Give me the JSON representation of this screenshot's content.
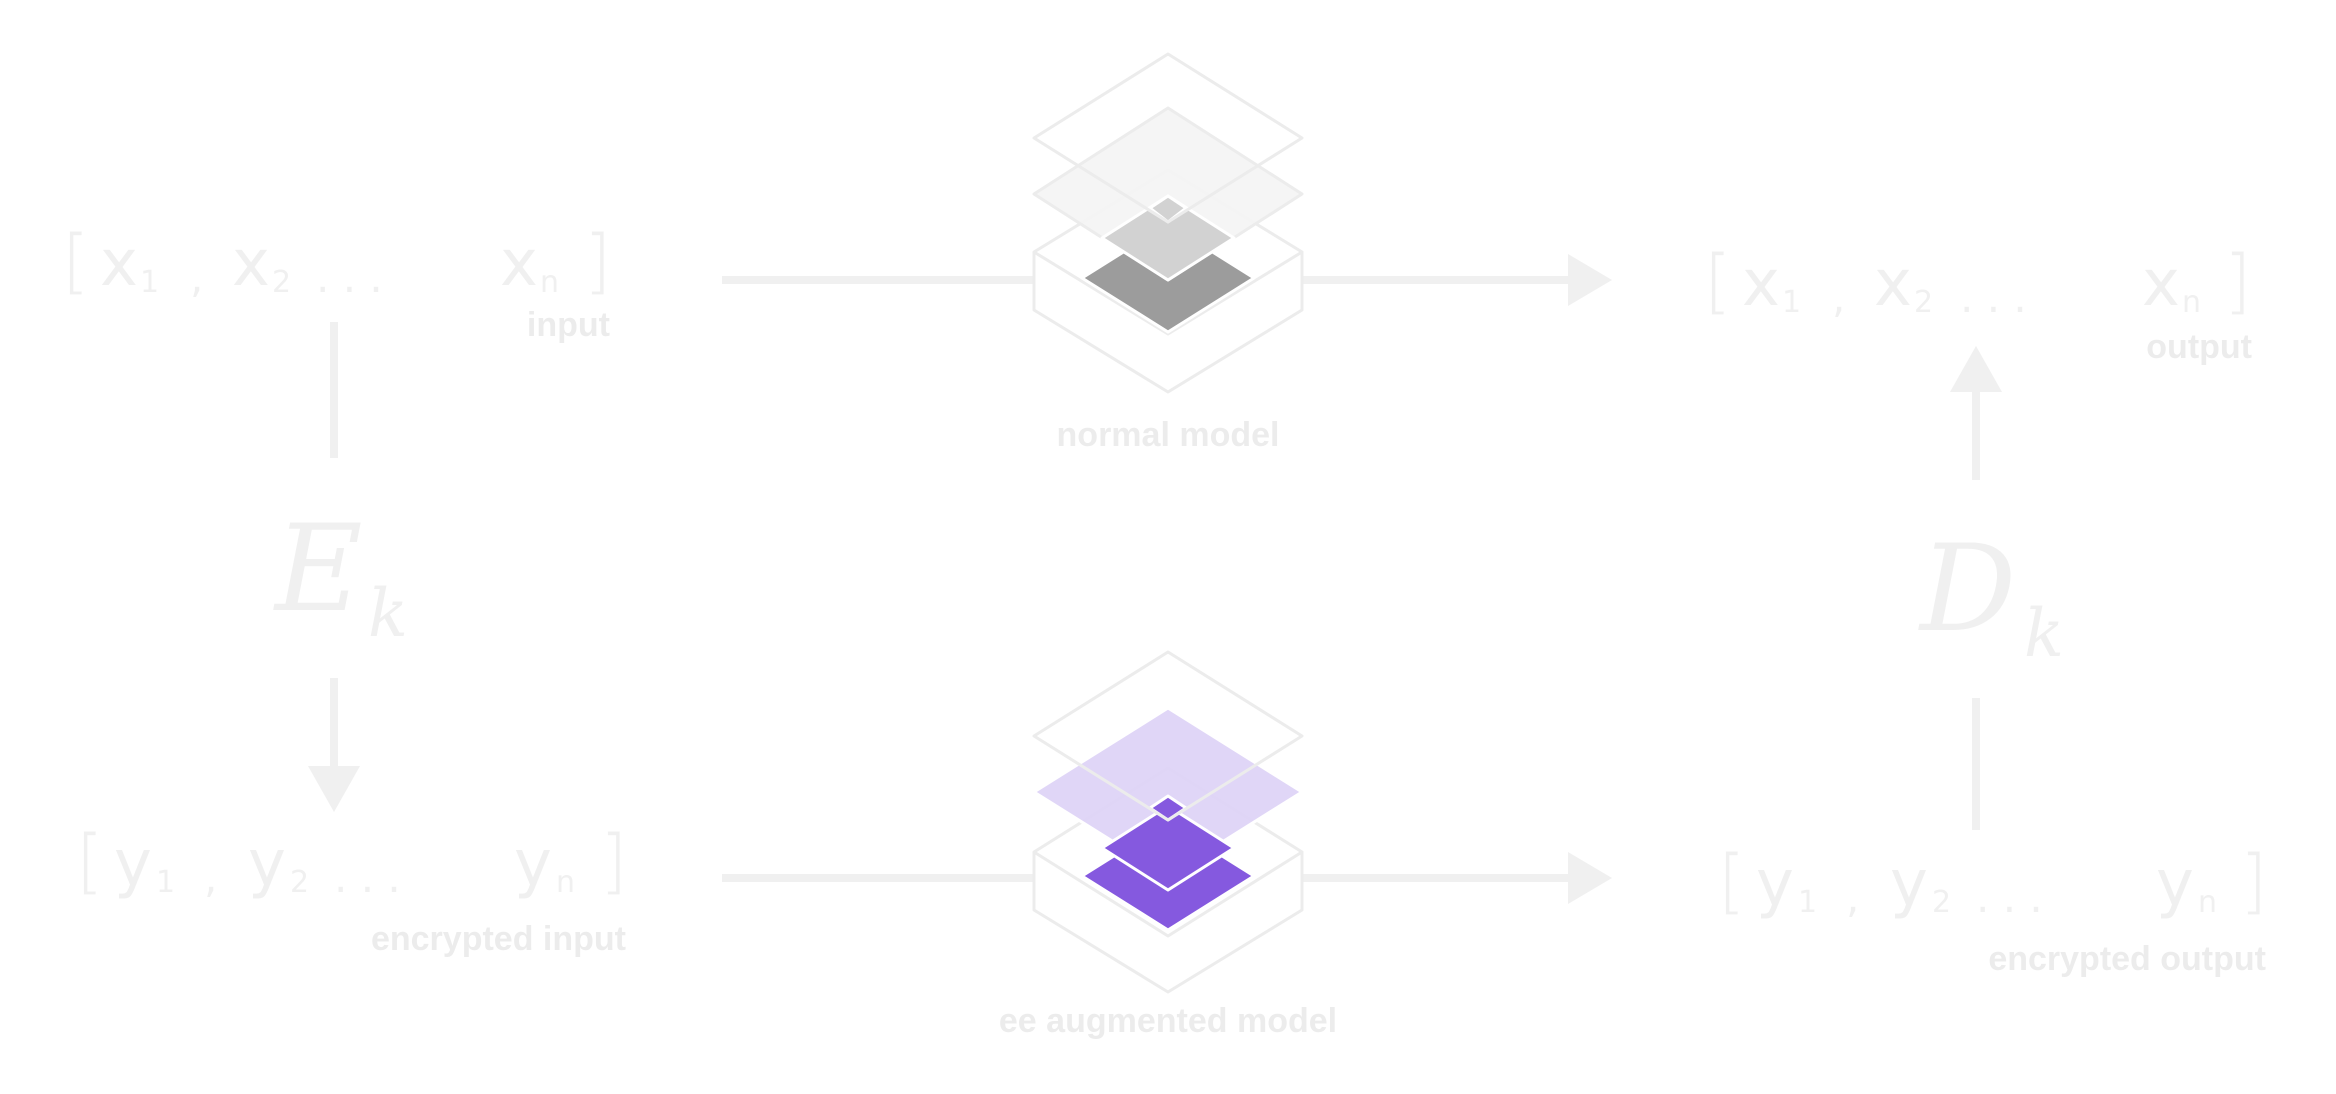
{
  "normal_model": {
    "input_vector": {
      "open_bracket": "[",
      "items": [
        "x",
        "x",
        "x"
      ],
      "subscripts": [
        "1",
        "2",
        "n"
      ],
      "separators": [
        ",",
        ". . ."
      ],
      "close_bracket": "]"
    },
    "input_label": "input",
    "model_label": "normal model",
    "output_vector": {
      "open_bracket": "[",
      "items": [
        "x",
        "x",
        "x"
      ],
      "subscripts": [
        "1",
        "2",
        "n"
      ],
      "separators": [
        ",",
        ". . ."
      ],
      "close_bracket": "]"
    },
    "output_label": "output"
  },
  "encrypted_model": {
    "input_vector": {
      "open_bracket": "[",
      "items": [
        "y",
        "y",
        "y"
      ],
      "subscripts": [
        "1",
        "2",
        "n"
      ],
      "separators": [
        ",",
        ". . ."
      ],
      "close_bracket": "]"
    },
    "input_label": "encrypted input",
    "model_label": "ee augmented model",
    "output_vector": {
      "open_bracket": "[",
      "items": [
        "y",
        "y",
        "y"
      ],
      "subscripts": [
        "1",
        "2",
        "n"
      ],
      "separators": [
        ",",
        ". . ."
      ],
      "close_bracket": "]"
    },
    "output_label": "encrypted output"
  },
  "encrypt_op": {
    "symbol": "E",
    "subscript": "k"
  },
  "decrypt_op": {
    "symbol": "D",
    "subscript": "k"
  },
  "colors": {
    "line": "#f0f0f0",
    "outline": "#ececec",
    "normal_plane": "#f4f4f4",
    "normal_light": "#d2d2d2",
    "normal_dark": "#9c9c9c",
    "purple_plane": "#ddd3f6",
    "purple_dark": "#8559df"
  }
}
